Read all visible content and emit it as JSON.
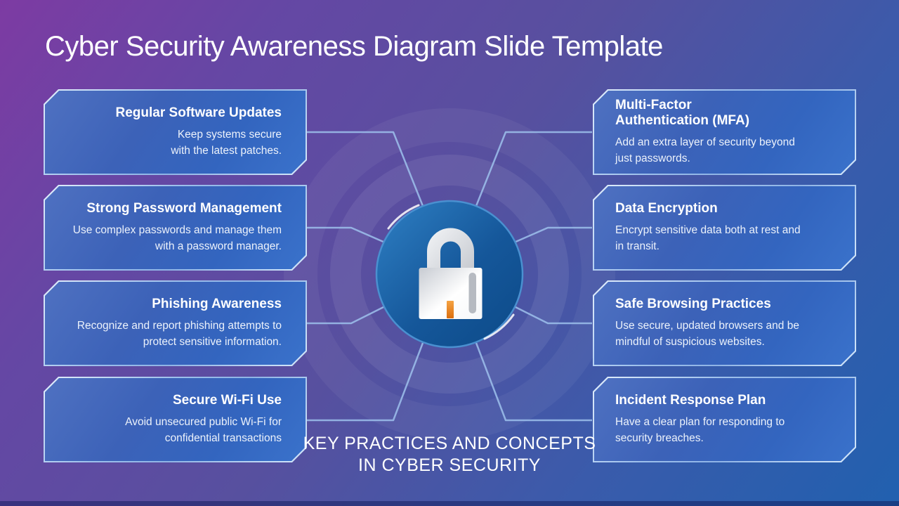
{
  "slide": {
    "title": "Cyber Security Awareness Diagram Slide Template",
    "caption": "KEY PRACTICES AND CONCEPTS\nIN CYBER SECURITY"
  },
  "left_cards": [
    {
      "title": "Regular Software Updates",
      "description": "Keep systems secure\nwith the latest patches."
    },
    {
      "title": "Strong Password Management",
      "description": "Use complex passwords and manage them\nwith a password manager."
    },
    {
      "title": "Phishing Awareness",
      "description": "Recognize and report phishing attempts to\nprotect sensitive information."
    },
    {
      "title": "Secure Wi-Fi Use",
      "description": "Avoid unsecured public Wi-Fi for\nconfidential transactions"
    }
  ],
  "right_cards": [
    {
      "title": "Multi-Factor\nAuthentication (MFA)",
      "description": "Add an extra layer of security beyond\njust passwords."
    },
    {
      "title": "Data Encryption",
      "description": "Encrypt sensitive data both at rest and\nin transit."
    },
    {
      "title": "Safe Browsing Practices",
      "description": "Use secure, updated browsers and be\nmindful of suspicious websites."
    },
    {
      "title": "Incident Response Plan",
      "description": "Have a clear plan for responding to\nsecurity breaches."
    }
  ],
  "center": {
    "icon": "padlock-icon"
  },
  "colors": {
    "background_top_left": "#7b3ba1",
    "background_bottom_right": "#2060ae",
    "card_fill": "#3a63ba",
    "card_border": "#bcd8f4",
    "hub_circle": "#15579a",
    "lock_body": "#f4f5f7",
    "lock_keyhole_orange": "#e8791a",
    "connector_line": "#9ec1ec",
    "text": "#ffffff"
  }
}
